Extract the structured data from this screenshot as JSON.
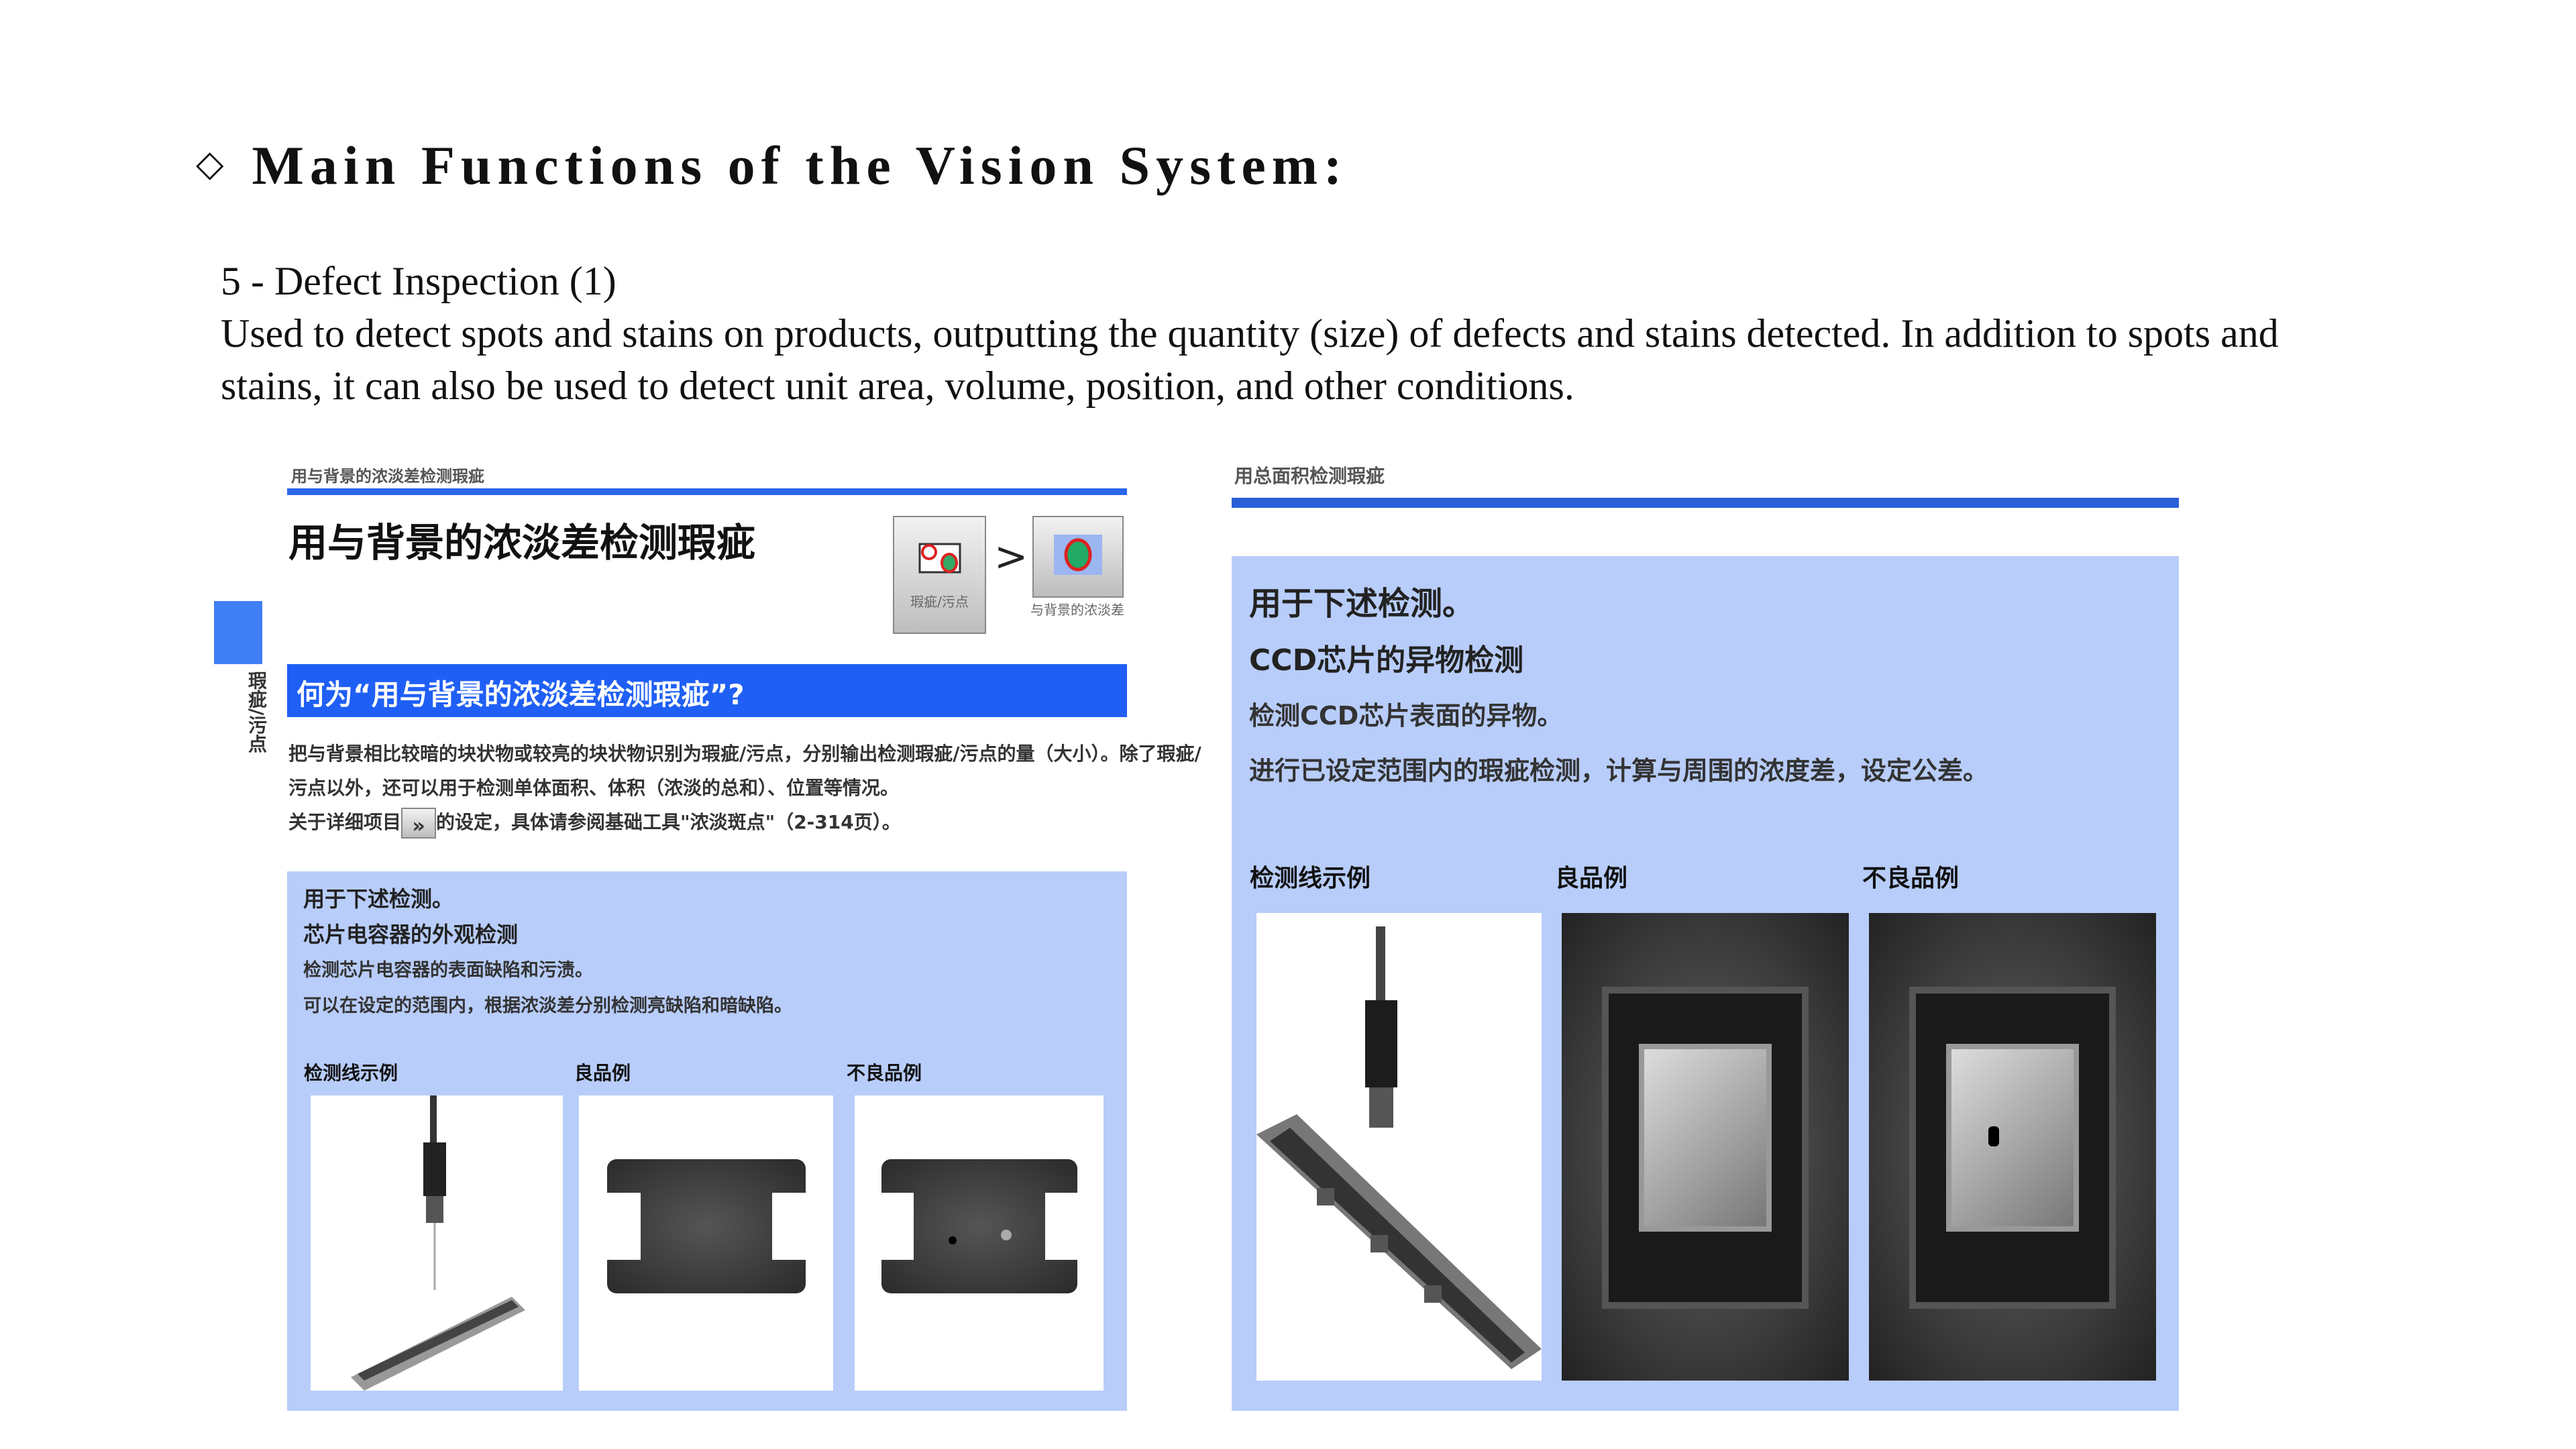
{
  "header": {
    "bullet_icon": "diamond-outline-icon",
    "title": "Main Functions of the Vision System:"
  },
  "section": {
    "subtitle": "5 - Defect Inspection (1)",
    "description": "Used to detect spots and stains on products, outputting the quantity (size) of defects and stains detected. In addition to spots and stains, it can also be used to detect unit area, volume, position, and other conditions."
  },
  "left": {
    "small_header": "用与背景的浓淡差检测瑕疵",
    "main_title": "用与背景的浓淡差检测瑕疵",
    "side_tab_label": "瑕疵/污点",
    "icon1_label": "瑕疵/污点",
    "arrow": ">",
    "icon2_label": "与背景的浓淡差",
    "question": "何为“用与背景的浓淡差检测瑕疵”?",
    "para1": "把与背景相比较暗的块状物或较亮的块状物识别为瑕疵/污点，分别输出检测瑕疵/污点的量（大小）。除了瑕疵/",
    "para2": "污点以外，还可以用于检测单体面积、体积（浓淡的总和）、位置等情况。",
    "para3a": "关于详细项目",
    "detail_button": "»",
    "para3b": "的设定，具体请参阅基础工具\"浓淡斑点\"（2-314页）。",
    "use_title": "用于下述检测。",
    "use_sub": "芯片电容器的外观检测",
    "use_line1": "检测芯片电容器的表面缺陷和污渍。",
    "use_line2": "可以在设定的范围内，根据浓淡差分别检测亮缺陷和暗缺陷。",
    "label_example": "检测线示例",
    "label_good": "良品例",
    "label_bad": "不良品例"
  },
  "right": {
    "small_header": "用总面积检测瑕疵",
    "use_title": "用于下述检测。",
    "use_sub": "CCD芯片的异物检测",
    "use_line1": "检测CCD芯片表面的异物。",
    "use_line2": "进行已设定范围内的瑕疵检测，计算与周围的浓度差，设定公差。",
    "label_example": "检测线示例",
    "label_good": "良品例",
    "label_bad": "不良品例"
  },
  "colors": {
    "accent_blue": "#1f5ff5",
    "panel_blue": "#b8cdfa",
    "side_tab": "#3f7ef5"
  }
}
